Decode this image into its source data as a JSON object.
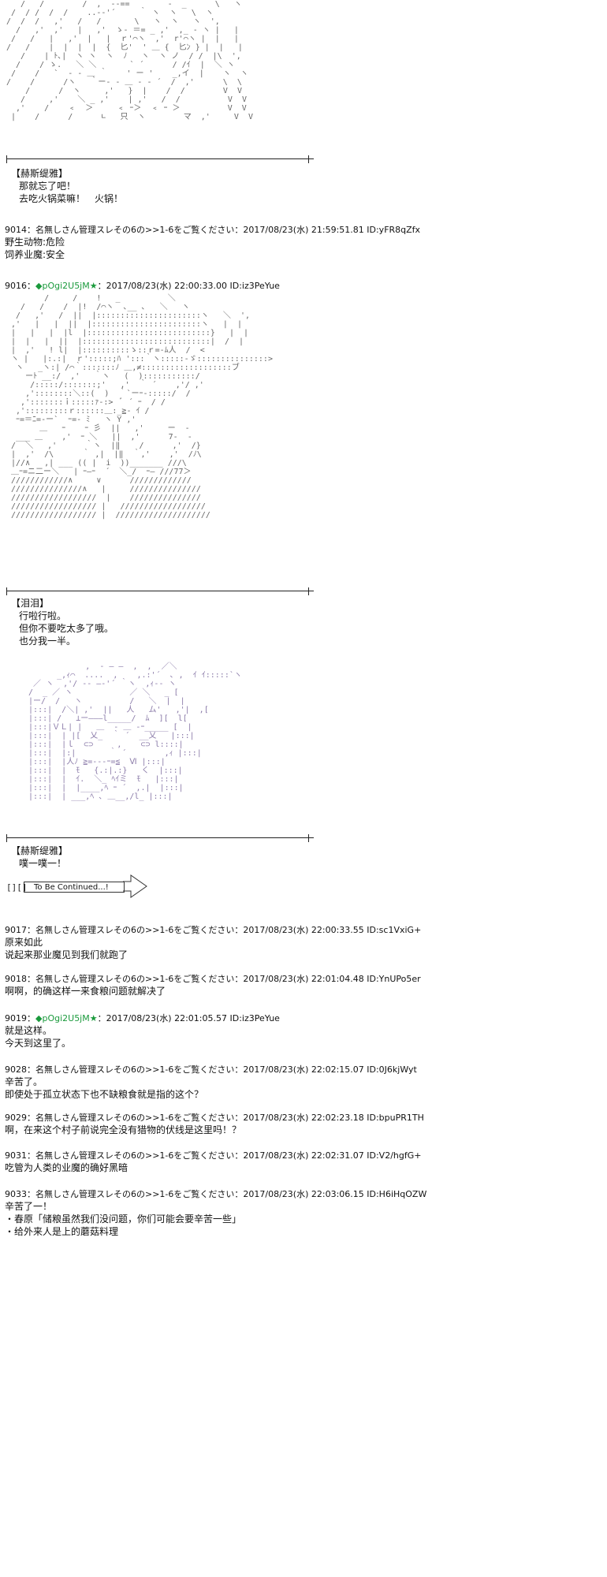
{
  "art1": {
    "text": "   /   /        /  ,  -‐==｀ ｀ ｀ -  _      \\   ヽ\n /  / /  /  /    ..-‐'´     ｀ ヽ  ヽ   \\  ヽ\n/  /  /   ,'   /   /       \\   ヽ  ヽ   ヽ  ',\n  /   ,'  ,'   |   ,'  ゝ- ＝= _ ,'  ,_ ‐ ヽ |   |\n /   /   |   ,'  |   |  ｒ'⌒ヽ  ,'  r'⌒ヽ |  |   |\n/   /    |  |  |  |  {  匕'  ' ＿ {  匕ﾝ } |  |   |\n   /    | ﾄ､|  ヽ ヽ  ヽ  ﾉ   ヽ  ヽ ノ  / /  |\\  ',\n  /    / ゝ.   ＼ ＼       ` ´      / /ｲ  |  ＼ ヽ\n /    /   `  - - ＿ ｀    ' ー '    _,イ  |    ヽ  ヽ\n/    /      /ヽ   ｀ー- ‐ ＿ ‐ - ´  /  ,'      \\  \\\n    /      /  ヽ     ,'   }  |    /  /        V  V\n   /     ,'    ＼ _ ,'    | ,'   /  /          V  V\n  ,'    /    ﹤  ＞     ﹤ ｰ＞  ﹤ ｰ ＞          V  V\n |    /      /      ∟   只  ヽ        マ  ,'     V  V"
  },
  "speech1": {
    "name": "【赫斯缇雅】",
    "lines": [
      "那就忘了吧！",
      "去吃火锅菜嘛！　火锅！"
    ]
  },
  "post9014": {
    "header": "9014：名無しさん管理スレその6の>>1-6をご覧ください：2017/08/23(水) 21:59:51.81 ID:yFR8qZfx",
    "lines": [
      "野生动物:危险",
      "饲养业魔:安全"
    ]
  },
  "post9016": {
    "header_pre": "9016：",
    "trip": "◆pOgi2U5jM★",
    "header_post": "：2017/08/23(水) 22:00:33.00 ID:iz3PeYue"
  },
  "art2": {
    "text": "        /     /    !   _          ＼\n   /   /    /  |!  /⌒ヽ  ､__ ､   ＼   ヽ\n  /   ,'   /  ||  |::::::::::::::::::::::ヽ   ＼  ',\n ,'   |   |  ||  |:::::::::::::::::::::::ヽ   |  |\n |   |   |  |l  |::::::::::::::::::::::::::}   |  |\n |  |   |  ||  |:::::::::::::::::::::::::::|  /  |\n |  ,'   ! l|  |::::::::::ゝ::ｒ=-ﾑ人  /  <\n ヽ |   |:.:|  ｒ':::::;ﾊ ':::｀ヽ:::::-ゞ:::::::::::::::>\n  ヽ   _ヽ:| /⌒｀:::::::ﾉ ＿,≠:::::::::::::::::::ブ\n    ーﾄ __:/  ,'   ｀ヽ   (  ):::::::::::/\n     /:::::/:::::::;'   ,'  ｀ ´    ,'/ ,'\n    ,'::::::::＼::(  )  ｀`ーｰ-:::::/  /\n   ,':::::::ｉ:::::ｧ-:>  ﾞ ´ ｰ  / /\n  ,':::::::::ｒ::::::＿:_≧- ｲ /\n  ｰ=＝ﾆ=-ー`  ｰ=- ﾐ   ヽ Y ,'\n       ＿   ｰ    ｰ 彡  ||   ,'     ー  ‐\n  ___ ＿    ,'  ｰ ＼   ||  ,'      7‐  ‐\n /  ＼   ,'      ｀ヽ  |‖    /      ,'  /}\n |  ,'  /\\      ｀ ,|  |‖  ｀,'    ,'  /ﾉ\\\n |//∧   ,| ___ (( |  i  ))_______ ///\\\n ＿ｰ=ニ二ー＼   | ｰ―ｰ  ´  ＼_/  ｰ― ///77＞\n ////////////∧     ∨      /////////////\n ///////////////∧   |     ///////////////\n //////////////////  |    ///////////////\n ////////////////// |   //////////////////\n ////////////////// |  ////////////////////"
  },
  "speech2": {
    "name": "【泪泪】",
    "lines": [
      "行啦行啦。",
      "但你不要吃太多了哦。",
      "也分我一半。"
    ]
  },
  "art3": {
    "text": "              ,  ‐ ― ―  ,  ,  ／＼\n        _,ｨ⌒  ....  ,    ,.:'´  ､ ,  ｲ ｲ:::::`ヽ\n   ／ ヽ  ,'/ ‐‐ ―‐'´ ｀ヽ  ,ｨ-‐ ヽ\n  /  _ ／ ヽ            ／ ＼   _ [\n  |ー/  /   ヽ          /   ＼  |  |\n  |:::|  /＼| ,'  ||   人   ム'   ,'|  ,[\n  |:::| /   ⊥ー―――l_____/  ﾑ  ][  l[\n  |:::|ＶＬ| |   ＿  ‐ ＿ -ｰ_____ [  |\n  |:::|  | |[  乂_  ｀ ´  __乂   |:::|\n  |:::|  |ｌ  ⊂⊃     ,    ⊂⊃ l::::|\n  |:::|  |:|       ｀ ´        ,ｨ |:::|\n  |:::|  |人ﾉ ≧=-‐-ｰ=≦  Ⅵ |:::|\n  |:::|  |  ﾓ   {.:|.:}   く  |:::|\n  |:::|  |  ｲ.  ＼_ ﾍｲミ  ﾓ   |:::|\n  |:::|  |  |____,ﾍ ｰ ´  ,.|  |:::|\n  |:::|  | ___,ﾍ ､ ＿__,/l_ |:::|"
  },
  "speech3": {
    "name": "【赫斯缇雅】",
    "lines": [
      "噗一噗一！"
    ]
  },
  "tbc": {
    "bars": "[][]",
    "label": "To Be Continued...!"
  },
  "post9017": {
    "header": "9017：名無しさん管理スレその6の>>1-6をご覧ください：2017/08/23(水) 22:00:33.55 ID:sc1VxiG+",
    "lines": [
      "原来如此",
      "说起来那业魔见到我们就跑了"
    ]
  },
  "post9018": {
    "header": "9018：名無しさん管理スレその6の>>1-6をご覧ください：2017/08/23(水) 22:01:04.48 ID:YnUPo5er",
    "lines": [
      "啊啊，的确这样一来食粮问题就解决了"
    ]
  },
  "post9019": {
    "header_pre": "9019：",
    "trip": "◆pOgi2U5jM★",
    "header_post": "：2017/08/23(水) 22:01:05.57 ID:iz3PeYue",
    "lines": [
      "就是这样。",
      "今天到这里了。"
    ]
  },
  "post9028": {
    "header": "9028：名無しさん管理スレその6の>>1-6をご覧ください：2017/08/23(水) 22:02:15.07 ID:0J6kjWyt",
    "lines": [
      "辛苦了。",
      "即使处于孤立状态下也不缺粮食就是指的这个？"
    ]
  },
  "post9029": {
    "header": "9029：名無しさん管理スレその6の>>1-6をご覧ください：2017/08/23(水) 22:02:23.18 ID:bpuPR1TH",
    "lines": [
      "啊，在来这个村子前说完全没有猎物的伏线是这里吗！？"
    ]
  },
  "post9031": {
    "header": "9031：名無しさん管理スレその6の>>1-6をご覧ください：2017/08/23(水) 22:02:31.07 ID:V2/hgfG+",
    "lines": [
      "吃管为人类的业魔的确好黑暗"
    ]
  },
  "post9033": {
    "header": "9033：名無しさん管理スレその6の>>1-6をご覧ください：2017/08/23(水) 22:03:06.15 ID:H6iHqOZW",
    "lines": [
      "辛苦了一！",
      "・春原「储粮虽然我们没问题，你们可能会要辛苦一些」",
      "・给外来人是上的蘑菇料理"
    ]
  }
}
